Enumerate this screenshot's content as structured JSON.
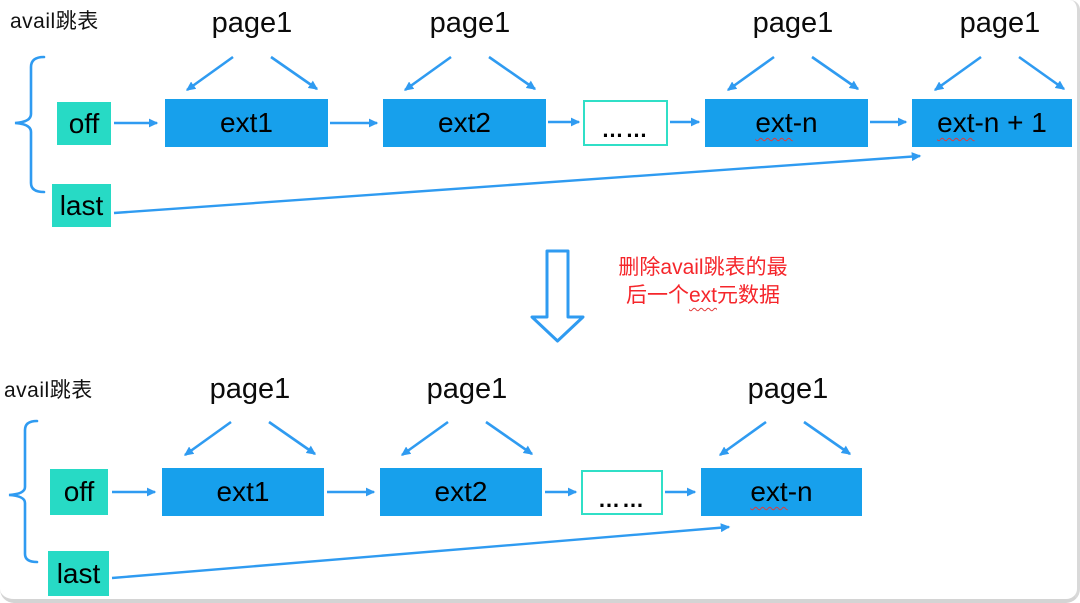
{
  "top": {
    "list_label": "avail跳表",
    "page_labels": [
      "page1",
      "page1",
      "page1",
      "page1"
    ],
    "off_label": "off",
    "last_label": "last",
    "ext1": "ext1",
    "ext2": "ext2",
    "dots": "……",
    "extn_prefix": "ext",
    "extn_suffix": "-n",
    "extn1_prefix": "ext",
    "extn1_suffix": "-n + 1"
  },
  "transition": {
    "line1": "删除avail跳表的最",
    "line2_prefix": "后一个",
    "line2_wavy": "ext",
    "line2_suffix": "元数据"
  },
  "bottom": {
    "list_label": "avail跳表",
    "page_labels": [
      "page1",
      "page1",
      "page1"
    ],
    "off_label": "off",
    "last_label": "last",
    "ext1": "ext1",
    "ext2": "ext2",
    "dots": "……",
    "extn_prefix": "ext",
    "extn_suffix": "-n"
  },
  "colors": {
    "node_blue": "#17A0EC",
    "pointer_teal": "#27DAC5",
    "dots_border_teal": "#30DFC7",
    "arrow_blue": "#2F9BF1",
    "note_red": "#F5262B",
    "text_black": "#0b0b0b"
  }
}
